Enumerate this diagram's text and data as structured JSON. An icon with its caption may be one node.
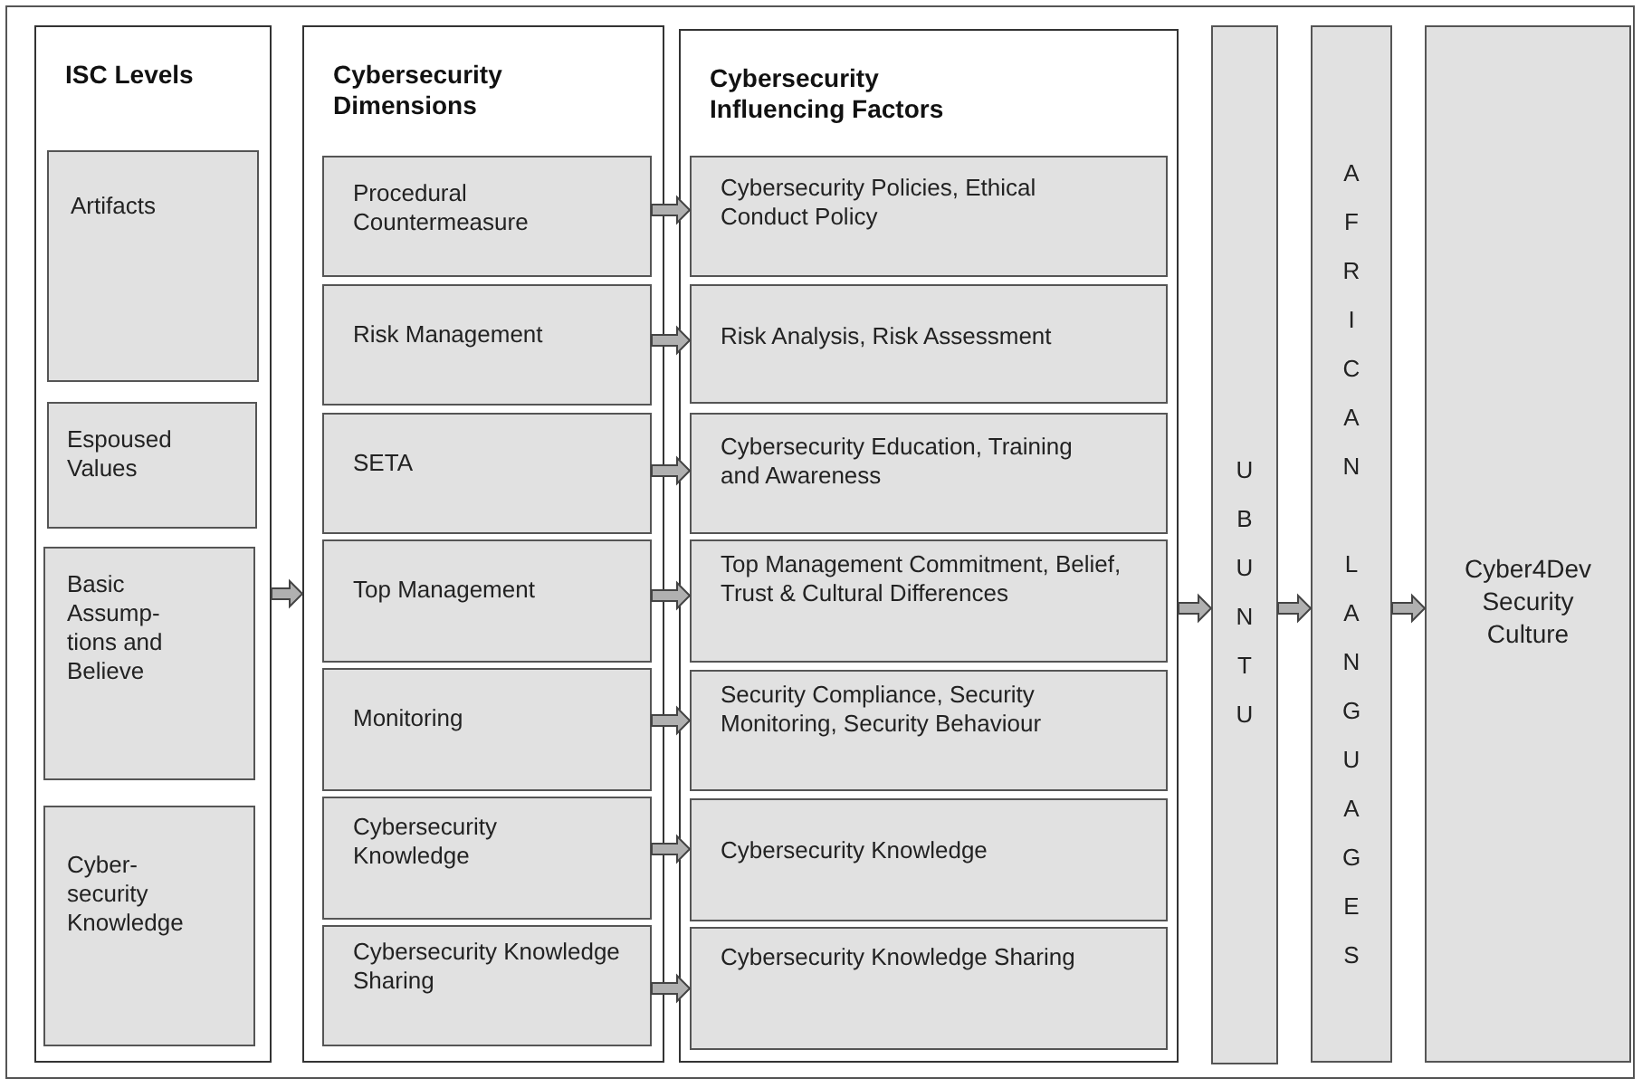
{
  "diagram": {
    "nodes": [
      {
        "text": [
          "ISC Levels"
        ]
      },
      {
        "text": [
          "Artifacts"
        ],
        "in": 0
      },
      {
        "text": [
          "Espoused Values"
        ],
        "in": 0
      },
      {
        "text": [
          "Basic Assump- tions and Believe"
        ],
        "in": 0
      },
      {
        "text": [
          "Cyber- security Knowledge"
        ],
        "in": 0
      },
      {
        "text": [
          "Cybersecurity Dimensions"
        ]
      },
      {
        "text": [
          "Procedural Countermeasure"
        ],
        "in": 5
      },
      {
        "text": [
          "Risk Management"
        ],
        "in": 5
      },
      {
        "text": [
          "SETA"
        ],
        "in": 5
      },
      {
        "text": [
          "Top Management"
        ],
        "in": 5
      },
      {
        "text": [
          "Monitoring"
        ],
        "in": 5
      },
      {
        "text": [
          "Cybersecurity Knowledge"
        ],
        "in": 5
      },
      {
        "text": [
          "Cybersecurity Knowledge Sharing"
        ],
        "in": 5
      },
      {
        "text": [
          "Cybersecurity Influencing Factors"
        ]
      },
      {
        "text": [
          "Cybersecurity Policies, Ethical Conduct Policy"
        ],
        "in": 13
      },
      {
        "text": [
          "Risk Analysis, Risk Assessment"
        ],
        "in": 13
      },
      {
        "text": [
          "Cybersecurity Education, Training and Awareness"
        ],
        "in": 13
      },
      {
        "text": [
          "Top Management Commitment, Belief, Trust & Cultural Differences"
        ],
        "in": 13
      },
      {
        "text": [
          "Security Compliance, Security Monitoring, Security Behaviour"
        ],
        "in": 13
      },
      {
        "text": [
          "Cybersecurity Knowledge"
        ],
        "in": 13
      },
      {
        "text": [
          "Cybersecurity Knowledge Sharing"
        ],
        "in": 13
      },
      {
        "text": [
          "UBUNTU"
        ]
      },
      {
        "text": [
          "AFRICAN",
          "LANGUAGES"
        ]
      },
      {
        "text": [
          "Cyber4Dev Security Culture"
        ]
      }
    ],
    "edges": [
      {
        "from": 0,
        "to": 5,
        "arrow": "to"
      },
      {
        "from": 6,
        "to": 14,
        "arrow": "to"
      },
      {
        "from": 7,
        "to": 15,
        "arrow": "to"
      },
      {
        "from": 8,
        "to": 16,
        "arrow": "to"
      },
      {
        "from": 9,
        "to": 17,
        "arrow": "to"
      },
      {
        "from": 10,
        "to": 18,
        "arrow": "to"
      },
      {
        "from": 11,
        "to": 19,
        "arrow": "to"
      },
      {
        "from": 12,
        "to": 20,
        "arrow": "to"
      },
      {
        "from": 13,
        "to": 21,
        "arrow": "to"
      },
      {
        "from": 21,
        "to": 22,
        "arrow": "to"
      },
      {
        "from": 22,
        "to": 23,
        "arrow": "to"
      }
    ]
  }
}
